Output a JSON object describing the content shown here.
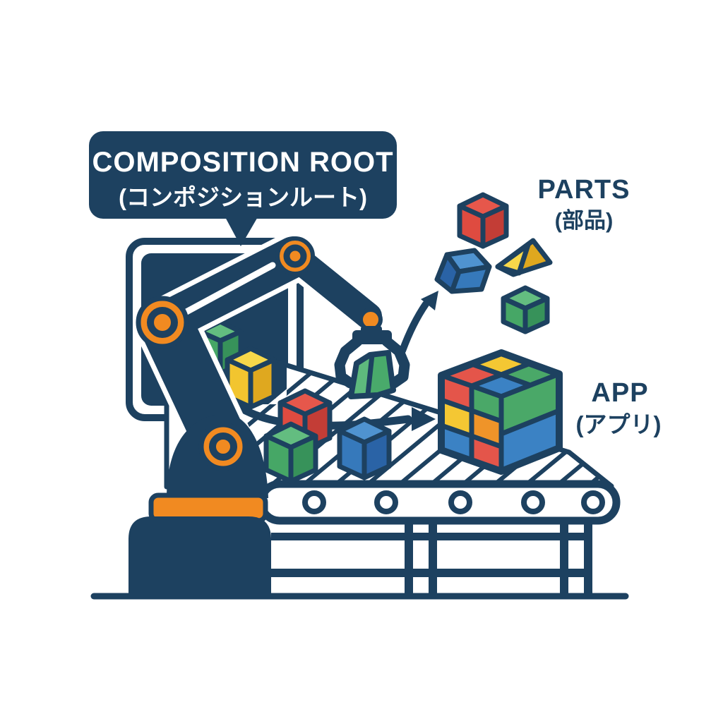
{
  "bubble": {
    "title": "COMPOSITION ROOT",
    "subtitle": "(コンポジションルート)"
  },
  "parts_label": {
    "title": "PARTS",
    "subtitle": "(部品)"
  },
  "app_label": {
    "title": "APP",
    "subtitle": "(アプリ)"
  },
  "scene": {
    "robot": "robot-arm-icon",
    "display": "monitor-icon",
    "belt": "conveyor-belt-icon",
    "claw": "claw-gripper-icon",
    "arrow_to_parts": "arrow-up-right-icon",
    "arrow_to_app": "arrow-curved-right-icon",
    "parts_pieces": [
      "red-cube",
      "blue-ingot",
      "yellow-wedge",
      "green-cube"
    ],
    "app_object": "assembled-color-cube"
  },
  "colors": {
    "background": "#ffffff",
    "navy": "#1d4160",
    "orange": "#f18a21",
    "red-top": "#e6574b",
    "red-left": "#df4b40",
    "red-right": "#c33d36",
    "yellow-top": "#f7d84a",
    "yellow-left": "#f2c52f",
    "yellow-right": "#dfa81f",
    "green-top": "#63bd80",
    "green-left": "#46a766",
    "green-right": "#37925a",
    "blue-top": "#4f93d0",
    "blue-left": "#3679bb",
    "blue-right": "#2a63a6",
    "cell-red": "#e4554a",
    "cell-yellow": "#f4c733",
    "cell-green": "#4aa868",
    "cell-blue": "#3b82c4",
    "cell-orange": "#ef9429",
    "claw-green-light": "#5eba7d",
    "claw-green": "#49aa6b"
  }
}
